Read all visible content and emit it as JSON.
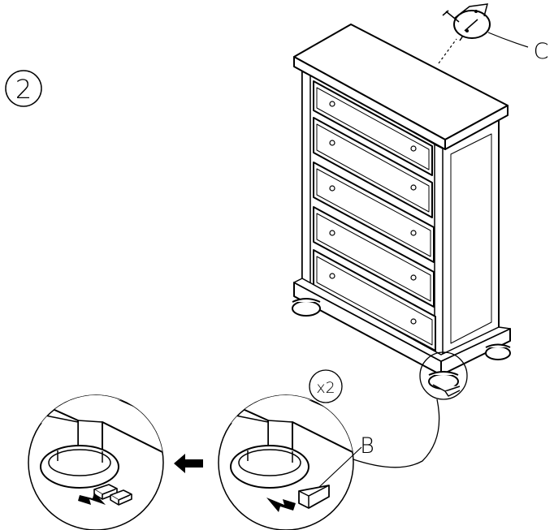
{
  "step": {
    "number": "2"
  },
  "callouts": {
    "c": "C",
    "b": "B",
    "multiplier": "x2"
  },
  "colors": {
    "ink": "#000000",
    "paper": "#ffffff",
    "shade": "#d9d9d9"
  },
  "icons": [
    "wall-anchor-icon",
    "arrow-left-icon",
    "push-arrow-icon"
  ]
}
